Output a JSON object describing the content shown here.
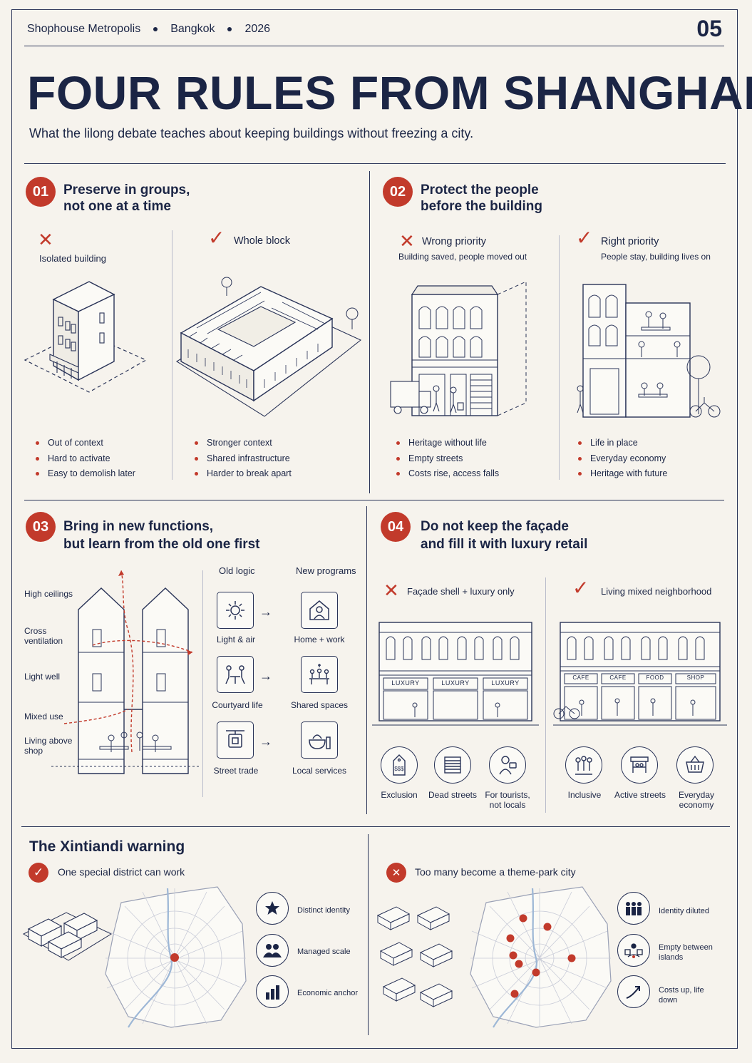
{
  "header": {
    "series": "Shophouse Metropolis",
    "city": "Bangkok",
    "year": "2026",
    "page": "05"
  },
  "title": "FOUR RULES FROM SHANGHAI",
  "subtitle": "What the lilong debate teaches about keeping buildings without freezing a city.",
  "rule1": {
    "num": "01",
    "heading_l1": "Preserve in groups,",
    "heading_l2": "not one at a time",
    "bad": {
      "label": "Isolated building",
      "points": [
        "Out of context",
        "Hard to activate",
        "Easy to demolish later"
      ]
    },
    "good": {
      "label": "Whole block",
      "points": [
        "Stronger context",
        "Shared infrastructure",
        "Harder to break apart"
      ]
    }
  },
  "rule2": {
    "num": "02",
    "heading_l1": "Protect the people",
    "heading_l2": "before the building",
    "bad": {
      "label": "Wrong priority",
      "sub": "Building saved, people moved out",
      "points": [
        "Heritage without life",
        "Empty streets",
        "Costs rise, access falls"
      ]
    },
    "good": {
      "label": "Right priority",
      "sub": "People stay, building lives on",
      "points": [
        "Life in place",
        "Everyday economy",
        "Heritage with future"
      ]
    }
  },
  "rule3": {
    "num": "03",
    "heading_l1": "Bring in new functions,",
    "heading_l2": "but learn from the old one first",
    "section_labels": [
      "High ceilings",
      "Cross ventilation",
      "Light well",
      "Mixed use",
      "Living above shop"
    ],
    "col_old": "Old logic",
    "col_new": "New programs",
    "pairs": [
      {
        "old": "Light & air",
        "new": "Home + work",
        "old_icon": "sun-icon",
        "new_icon": "home-person-icon"
      },
      {
        "old": "Courtyard life",
        "new": "Shared spaces",
        "old_icon": "people-table-icon",
        "new_icon": "group-table-icon"
      },
      {
        "old": "Street trade",
        "new": "Local services",
        "old_icon": "shop-sign-icon",
        "new_icon": "food-bowl-icon"
      }
    ]
  },
  "rule4": {
    "num": "04",
    "heading_l1": "Do not keep the façade",
    "heading_l2": "and fill it with luxury retail",
    "bad": {
      "label": "Façade shell + luxury only",
      "signs": [
        "LUXURY",
        "LUXURY",
        "LUXURY"
      ],
      "icons": [
        {
          "label": "Exclusion",
          "icon": "price-tag-icon"
        },
        {
          "label": "Dead streets",
          "icon": "shutter-icon"
        },
        {
          "label": "For tourists, not locals",
          "icon": "tourist-camera-icon"
        }
      ]
    },
    "good": {
      "label": "Living mixed neighborhood",
      "signs": [
        "CAFE",
        "CAFE",
        "FOOD",
        "SHOP"
      ],
      "icons": [
        {
          "label": "Inclusive",
          "icon": "people-group-icon"
        },
        {
          "label": "Active streets",
          "icon": "market-stall-icon"
        },
        {
          "label": "Everyday economy",
          "icon": "basket-icon"
        }
      ]
    }
  },
  "warning": {
    "title": "The Xintiandi warning",
    "good": {
      "label": "One special district can work",
      "features": [
        {
          "label": "Distinct identity",
          "icon": "star-icon"
        },
        {
          "label": "Managed scale",
          "icon": "people-icon"
        },
        {
          "label": "Economic anchor",
          "icon": "bar-chart-icon"
        }
      ]
    },
    "bad": {
      "label": "Too many become a theme-park city",
      "features": [
        {
          "label": "Identity diluted",
          "icon": "crowd-icon"
        },
        {
          "label": "Empty between islands",
          "icon": "scatter-icon"
        },
        {
          "label": "Costs up, life down",
          "icon": "trend-up-icon"
        }
      ]
    }
  },
  "colors": {
    "accent": "#c23a2b",
    "ink": "#1b2545",
    "paper": "#f6f3ed"
  }
}
